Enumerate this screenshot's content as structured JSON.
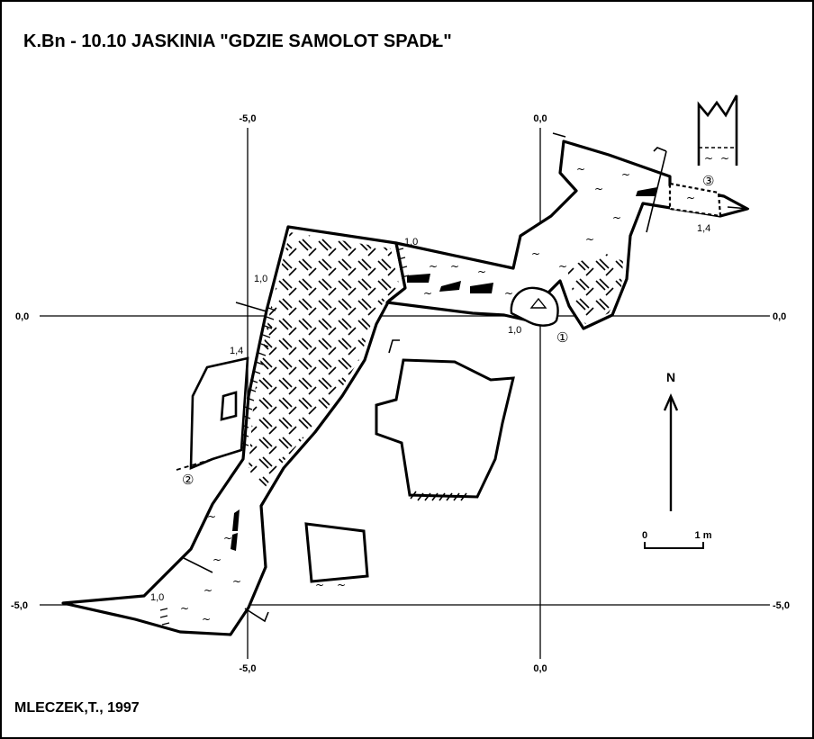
{
  "title": "K.Bn - 10.10  JASKINIA \"GDZIE SAMOLOT SPADŁ\"",
  "author": "MLECZEK,T., 1997",
  "axes": {
    "top_left": "-5,0",
    "top_right": "0,0",
    "bottom_left": "-5,0",
    "bottom_right": "0,0",
    "left_upper": "0,0",
    "right_upper": "0,0",
    "left_lower": "-5,0",
    "right_lower": "-5,0"
  },
  "height_labels": {
    "h1": "1,0",
    "h2": "1,0",
    "h3": "1,4",
    "h4": "1,0",
    "h5": "1,4",
    "h6": "1,0"
  },
  "section_markers": {
    "m1": "①",
    "m2": "②",
    "m3": "③"
  },
  "wave_symbol": "~",
  "north": {
    "label": "N"
  },
  "scale": {
    "start": "0",
    "end": "1 m"
  }
}
